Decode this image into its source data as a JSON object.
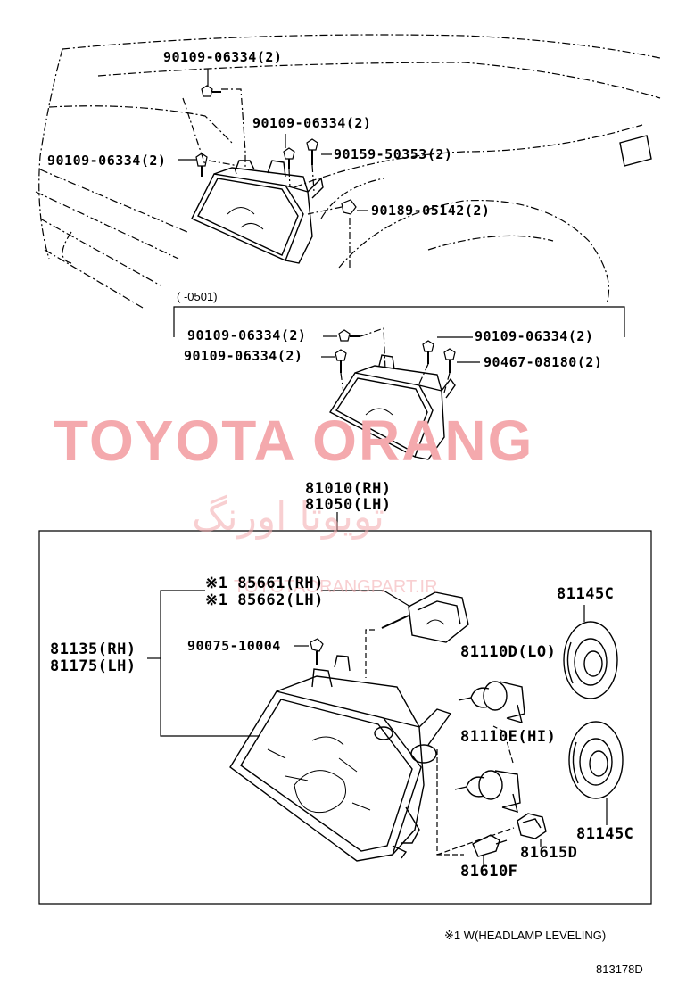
{
  "labels": {
    "top_bolt_a": "90109-06334(2)",
    "top_bolt_b": "90109-06334(2)",
    "top_bolt_left": "90109-06334(2)",
    "top_screw": "90159-50353(2)",
    "top_clip": "90189-05142(2)",
    "date_range": "(     -0501)",
    "mid_bolt_a": "90109-06334(2)",
    "mid_bolt_b": "90109-06334(2)",
    "mid_bolt_right": "90109-06334(2)",
    "mid_screw": "90467-08180(2)",
    "assy_rh": "81010(RH)",
    "assy_lh": "81050(LH)",
    "actuator_rh": "※1 85661(RH)",
    "actuator_lh": "※1 85662(LH)",
    "unit_rh": "81135(RH)",
    "unit_lh": "81175(LH)",
    "screw_unit": "90075-10004",
    "bulb_lo": "81110D(LO)",
    "bulb_hi": "81110E(HI)",
    "cover_upper": "81145C",
    "cover_lower": "81145C",
    "socket": "81615D",
    "small_bulb": "81610F",
    "footnote": "※1 W(HEADLAMP LEVELING)",
    "figure_id": "813178D"
  },
  "watermark": {
    "main": "TOYOTA ORANG",
    "persian": "تویوتا اورنگ",
    "site": "TOYOTAORANGPART.IR",
    "color": "#f4a9ad"
  },
  "icons": [
    "bolt-icon",
    "screw-icon",
    "clip-icon",
    "headlamp-icon",
    "bulb-icon",
    "socket-icon",
    "cover-icon",
    "actuator-icon"
  ]
}
